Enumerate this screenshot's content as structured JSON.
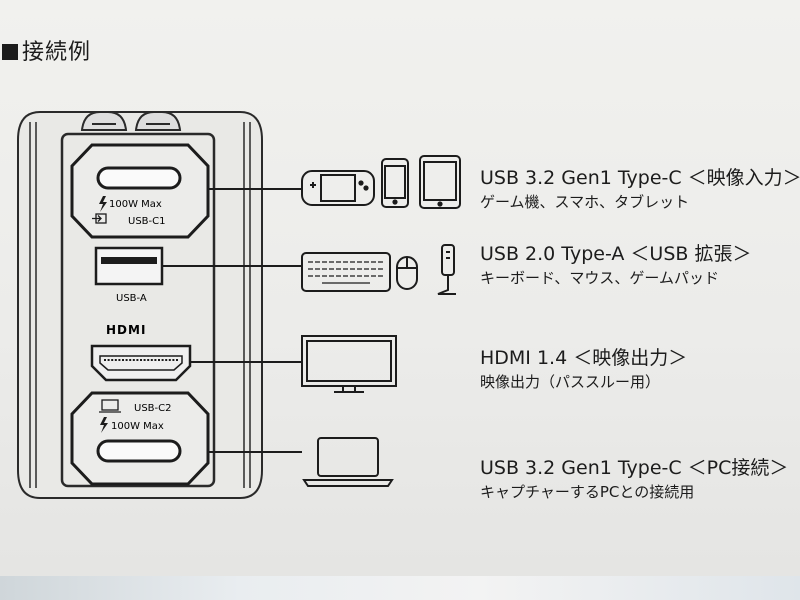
{
  "title": "接続例",
  "ports": {
    "usbc1": {
      "power": "100W Max",
      "name": "USB-C1"
    },
    "usba": {
      "name": "USB-A"
    },
    "hdmi": {
      "logo": "HDMI"
    },
    "usbc2": {
      "name": "USB-C2",
      "power": "100W Max"
    }
  },
  "connections": [
    {
      "title": "USB 3.2 Gen1 Type-C ＜映像入力＞",
      "subtitle": "ゲーム機、スマホ、タブレット",
      "devices": [
        "handheld-console-icon",
        "smartphone-icon",
        "tablet-icon"
      ]
    },
    {
      "title": "USB 2.0 Type-A ＜USB 拡張＞",
      "subtitle": "キーボード、マウス、ゲームパッド",
      "devices": [
        "keyboard-icon",
        "mouse-icon",
        "joystick-icon"
      ]
    },
    {
      "title": "HDMI 1.4 ＜映像出力＞",
      "subtitle": "映像出力（パススルー用）",
      "devices": [
        "monitor-icon"
      ]
    },
    {
      "title": "USB 3.2 Gen1 Type-C ＜PC接続＞",
      "subtitle": "キャプチャーするPCとの接続用",
      "devices": [
        "laptop-icon"
      ]
    }
  ]
}
